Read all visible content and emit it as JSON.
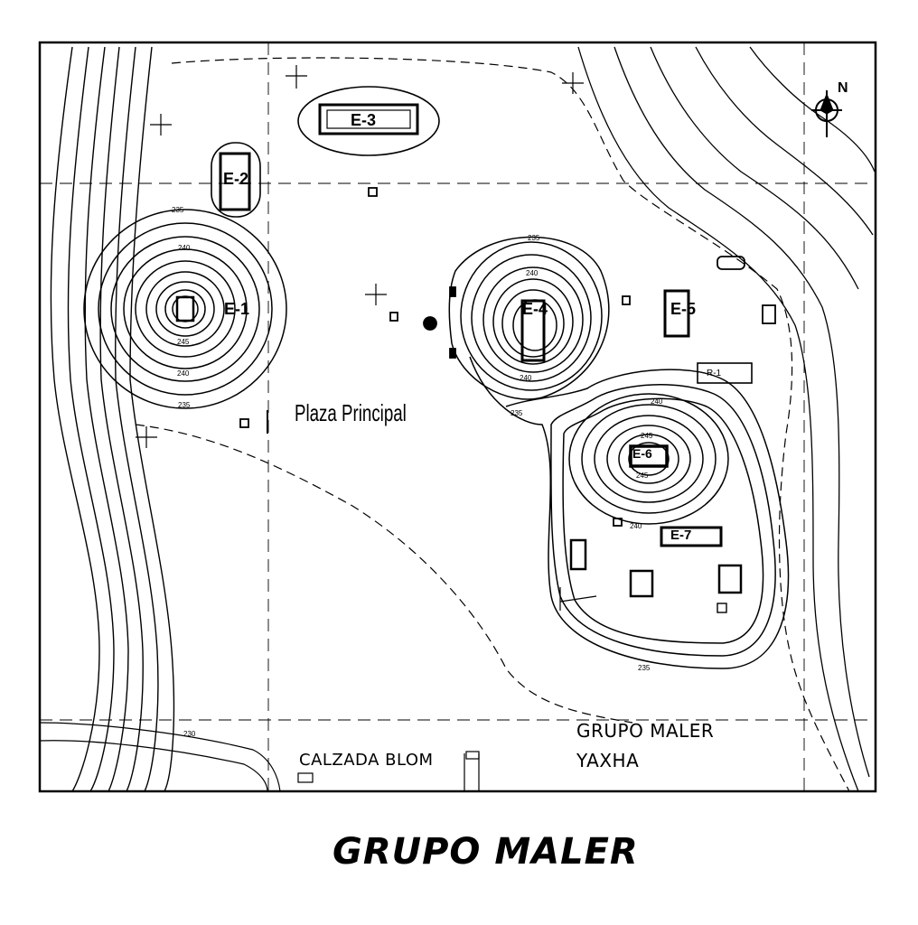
{
  "map": {
    "north_label": "N",
    "plaza_label": "Plaza Principal",
    "causeway_label": "CALZADA BLOM",
    "group_label": "GRUPO MALER",
    "site_label": "YAXHA",
    "structures": {
      "e1": "E-1",
      "e2": "E-2",
      "e3": "E-3",
      "e4": "E-4",
      "e5": "E-5",
      "e6": "E-6",
      "e7": "E-7",
      "r1": "R-1"
    },
    "contours": {
      "c235_w": "235",
      "c240_w": "240",
      "c245_w": "245",
      "c240_w2": "240",
      "c235_w2": "235",
      "c235_c": "235",
      "c240_c": "240",
      "c240_c2": "240",
      "c235_c2": "235",
      "c240_se": "240",
      "c245_se": "245",
      "c245_se2": "245",
      "c240_se2": "240",
      "c235_s": "235",
      "c230_s": "230"
    }
  },
  "caption": "GRUPO MALER",
  "colors": {
    "ink": "#000000",
    "paper": "#ffffff"
  }
}
